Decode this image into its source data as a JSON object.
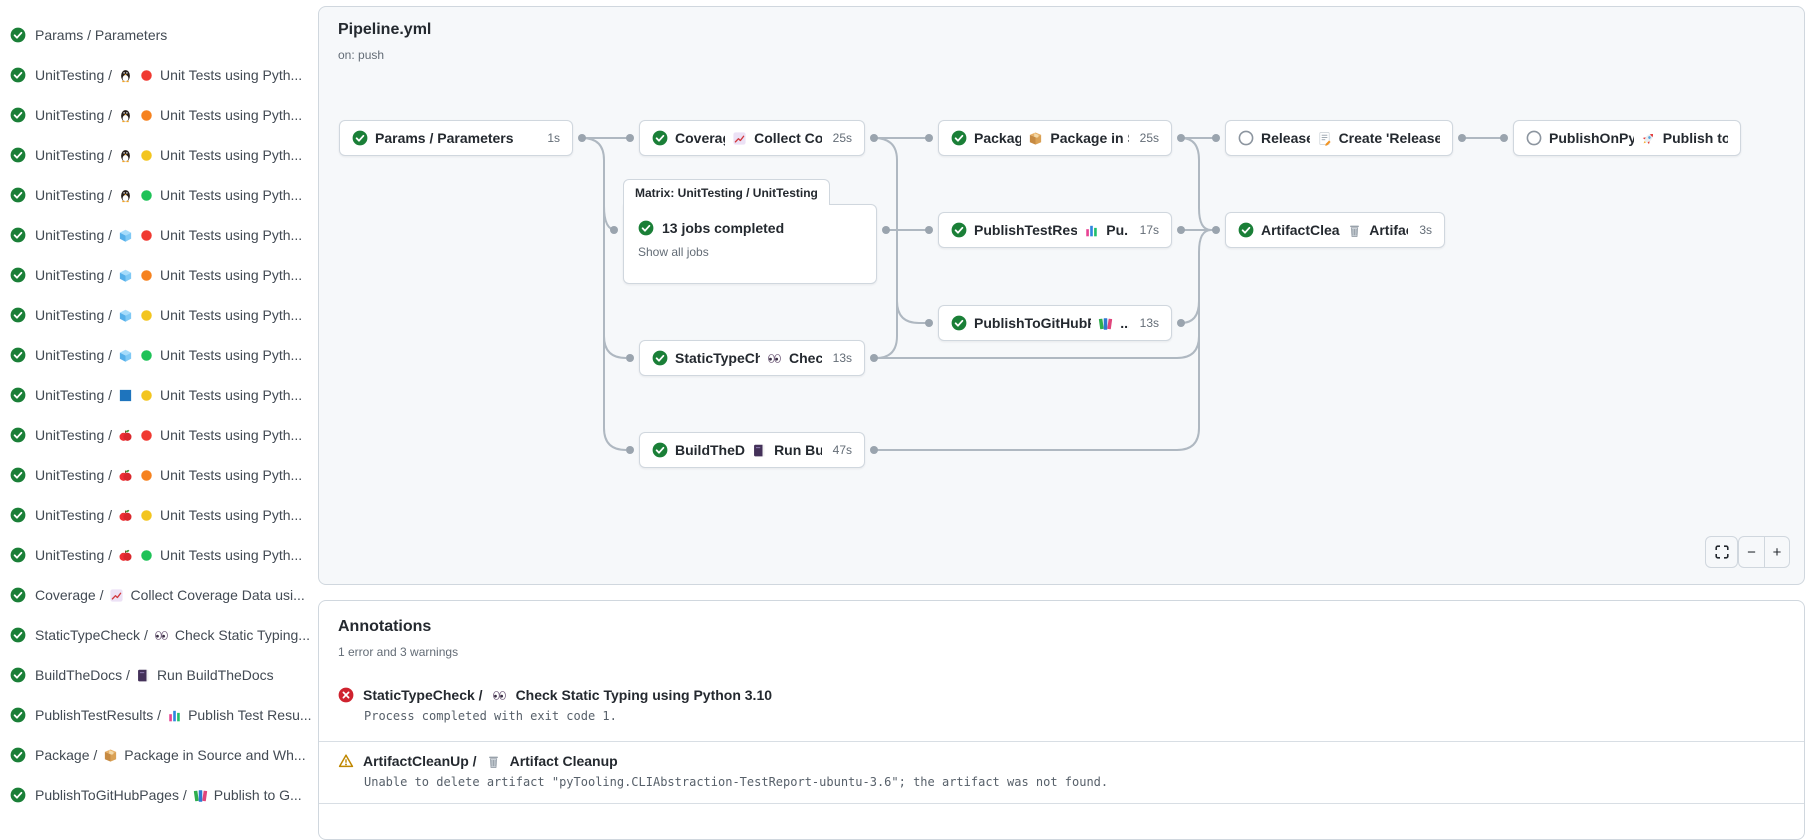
{
  "sidebar": {
    "items": [
      {
        "status": "success",
        "name": "Params / Parameters",
        "icons": [],
        "label": ""
      },
      {
        "status": "success",
        "name": "UnitTesting /",
        "icons": [
          "linux",
          "dot-red"
        ],
        "label": "Unit Tests using Pyth..."
      },
      {
        "status": "success",
        "name": "UnitTesting /",
        "icons": [
          "linux",
          "dot-orange"
        ],
        "label": "Unit Tests using Pyth..."
      },
      {
        "status": "success",
        "name": "UnitTesting /",
        "icons": [
          "linux",
          "dot-yellow"
        ],
        "label": "Unit Tests using Pyth..."
      },
      {
        "status": "success",
        "name": "UnitTesting /",
        "icons": [
          "linux",
          "dot-green"
        ],
        "label": "Unit Tests using Pyth..."
      },
      {
        "status": "success",
        "name": "UnitTesting /",
        "icons": [
          "ice-cube",
          "dot-red"
        ],
        "label": "Unit Tests using Pyth..."
      },
      {
        "status": "success",
        "name": "UnitTesting /",
        "icons": [
          "ice-cube",
          "dot-orange"
        ],
        "label": "Unit Tests using Pyth..."
      },
      {
        "status": "success",
        "name": "UnitTesting /",
        "icons": [
          "ice-cube",
          "dot-yellow"
        ],
        "label": "Unit Tests using Pyth..."
      },
      {
        "status": "success",
        "name": "UnitTesting /",
        "icons": [
          "ice-cube",
          "dot-green"
        ],
        "label": "Unit Tests using Pyth..."
      },
      {
        "status": "success",
        "name": "UnitTesting /",
        "icons": [
          "blue-square",
          "dot-yellow"
        ],
        "label": "Unit Tests using Pyth..."
      },
      {
        "status": "success",
        "name": "UnitTesting /",
        "icons": [
          "apple",
          "dot-red"
        ],
        "label": "Unit Tests using Pyth..."
      },
      {
        "status": "success",
        "name": "UnitTesting /",
        "icons": [
          "apple",
          "dot-orange"
        ],
        "label": "Unit Tests using Pyth..."
      },
      {
        "status": "success",
        "name": "UnitTesting /",
        "icons": [
          "apple",
          "dot-yellow"
        ],
        "label": "Unit Tests using Pyth..."
      },
      {
        "status": "success",
        "name": "UnitTesting /",
        "icons": [
          "apple",
          "dot-green"
        ],
        "label": "Unit Tests using Pyth..."
      },
      {
        "status": "success",
        "name": "Coverage /",
        "icons": [
          "chart-increasing"
        ],
        "label": "Collect Coverage Data usi..."
      },
      {
        "status": "success",
        "name": "StaticTypeCheck /",
        "icons": [
          "eyes"
        ],
        "label": "Check Static Typing..."
      },
      {
        "status": "success",
        "name": "BuildTheDocs /",
        "icons": [
          "book"
        ],
        "label": "Run BuildTheDocs"
      },
      {
        "status": "success",
        "name": "PublishTestResults /",
        "icons": [
          "bar-chart"
        ],
        "label": "Publish Test Resu..."
      },
      {
        "status": "success",
        "name": "Package /",
        "icons": [
          "package"
        ],
        "label": "Package in Source and Wh..."
      },
      {
        "status": "success",
        "name": "PublishToGitHubPages /",
        "icons": [
          "books"
        ],
        "label": "Publish to G..."
      }
    ]
  },
  "graph": {
    "title": "Pipeline.yml",
    "trigger": "on: push",
    "nodes": [
      {
        "id": "params",
        "status": "success",
        "name": "Params / Parameters",
        "icon": null,
        "label": "",
        "duration": "1s"
      },
      {
        "id": "coverage",
        "status": "success",
        "name": "Coverage /",
        "icon": "chart-increasing",
        "label": "Collect Cove...",
        "duration": "25s"
      },
      {
        "id": "package",
        "status": "success",
        "name": "Package /",
        "icon": "package",
        "label": "Package in So...",
        "duration": "25s"
      },
      {
        "id": "release",
        "status": "skipped",
        "name": "Release /",
        "icon": "memo",
        "label": "Create 'Release P...",
        "duration": ""
      },
      {
        "id": "publishonpypi",
        "status": "skipped",
        "name": "PublishOnPyPI /",
        "icon": "rocket",
        "label": "Publish to ...",
        "duration": ""
      },
      {
        "id": "publishtestresults",
        "status": "success",
        "name": "PublishTestResults /",
        "icon": "bar-chart",
        "label": "Pu...",
        "duration": "17s"
      },
      {
        "id": "artifactcleanup",
        "status": "success",
        "name": "ArtifactCleanUp /",
        "icon": "wastebasket",
        "label": "Artifac...",
        "duration": "3s"
      },
      {
        "id": "publishtogithubpages",
        "status": "success",
        "name": "PublishToGitHubPages /",
        "icon": "books",
        "label": "...",
        "duration": "13s"
      },
      {
        "id": "statictypecheck",
        "status": "success",
        "name": "StaticTypeCheck /",
        "icon": "eyes",
        "label": "Chec...",
        "duration": "13s"
      },
      {
        "id": "buildthedocs",
        "status": "success",
        "name": "BuildTheDocs /",
        "icon": "book",
        "label": "Run Buil...",
        "duration": "47s"
      }
    ],
    "matrix": {
      "tab": "Matrix: UnitTesting / UnitTesting",
      "status": "success",
      "title": "13 jobs completed",
      "link": "Show all jobs"
    },
    "controls": {
      "zoom_out": "−",
      "zoom_in": "+"
    }
  },
  "annotations": {
    "heading": "Annotations",
    "summary": "1 error and 3 warnings",
    "rows": [
      {
        "type": "error",
        "name": "StaticTypeCheck /",
        "icon": "eyes",
        "title": "Check Static Typing using Python 3.10",
        "message": "Process completed with exit code 1."
      },
      {
        "type": "warning",
        "name": "ArtifactCleanUp /",
        "icon": "wastebasket",
        "title": "Artifact Cleanup",
        "message": "Unable to delete artifact \"pyTooling.CLIAbstraction-TestReport-ubuntu-3.6\"; the artifact was not found."
      }
    ]
  },
  "colors": {
    "success": "#1a7f37",
    "error": "#cf222e",
    "warning": "#bf8700",
    "canvas": "#f6f8fa",
    "border": "#d0d7de",
    "edge": "#afb8c1",
    "dot": "#9aa4ae",
    "text": "#24292f",
    "muted": "#636c76"
  }
}
